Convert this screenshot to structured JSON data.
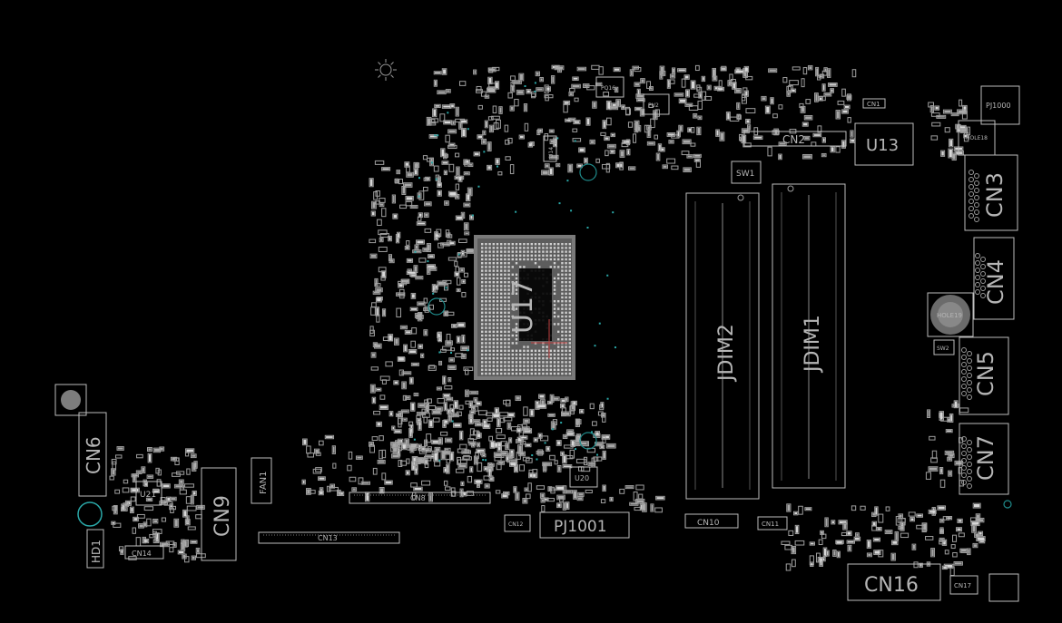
{
  "board": {
    "background": "#000000",
    "outline_color": "#bdbdbd",
    "via_color": "#1f8a8a"
  },
  "labels": {
    "u17": "U17",
    "jdim2": "JDIM2",
    "jdim1": "JDIM1",
    "cn2": "CN2",
    "u13": "U13",
    "sw1": "SW1",
    "pj1000": "PJ1000",
    "hdmi_hole": "HOLE18",
    "cn3": "CN3",
    "cn4": "CN4",
    "hole19": "HOLE19",
    "sw2": "SW2",
    "cn5": "CN5",
    "cn7": "CN7",
    "cn6": "CN6",
    "hd1": "HD1",
    "u21": "U21",
    "cn14": "CN14",
    "cn9": "CN9",
    "fan1": "FAN1",
    "cn13": "CN13",
    "cn8": "CN8",
    "u20": "U20",
    "cn12": "CN12",
    "pj1001": "PJ1001",
    "cn10": "CN10",
    "cn11": "CN11",
    "cn16": "CN16",
    "cn17": "CN17",
    "cn1": "CN1",
    "pq16": "PQ16",
    "pu2": "PU2",
    "u14": "U14"
  }
}
